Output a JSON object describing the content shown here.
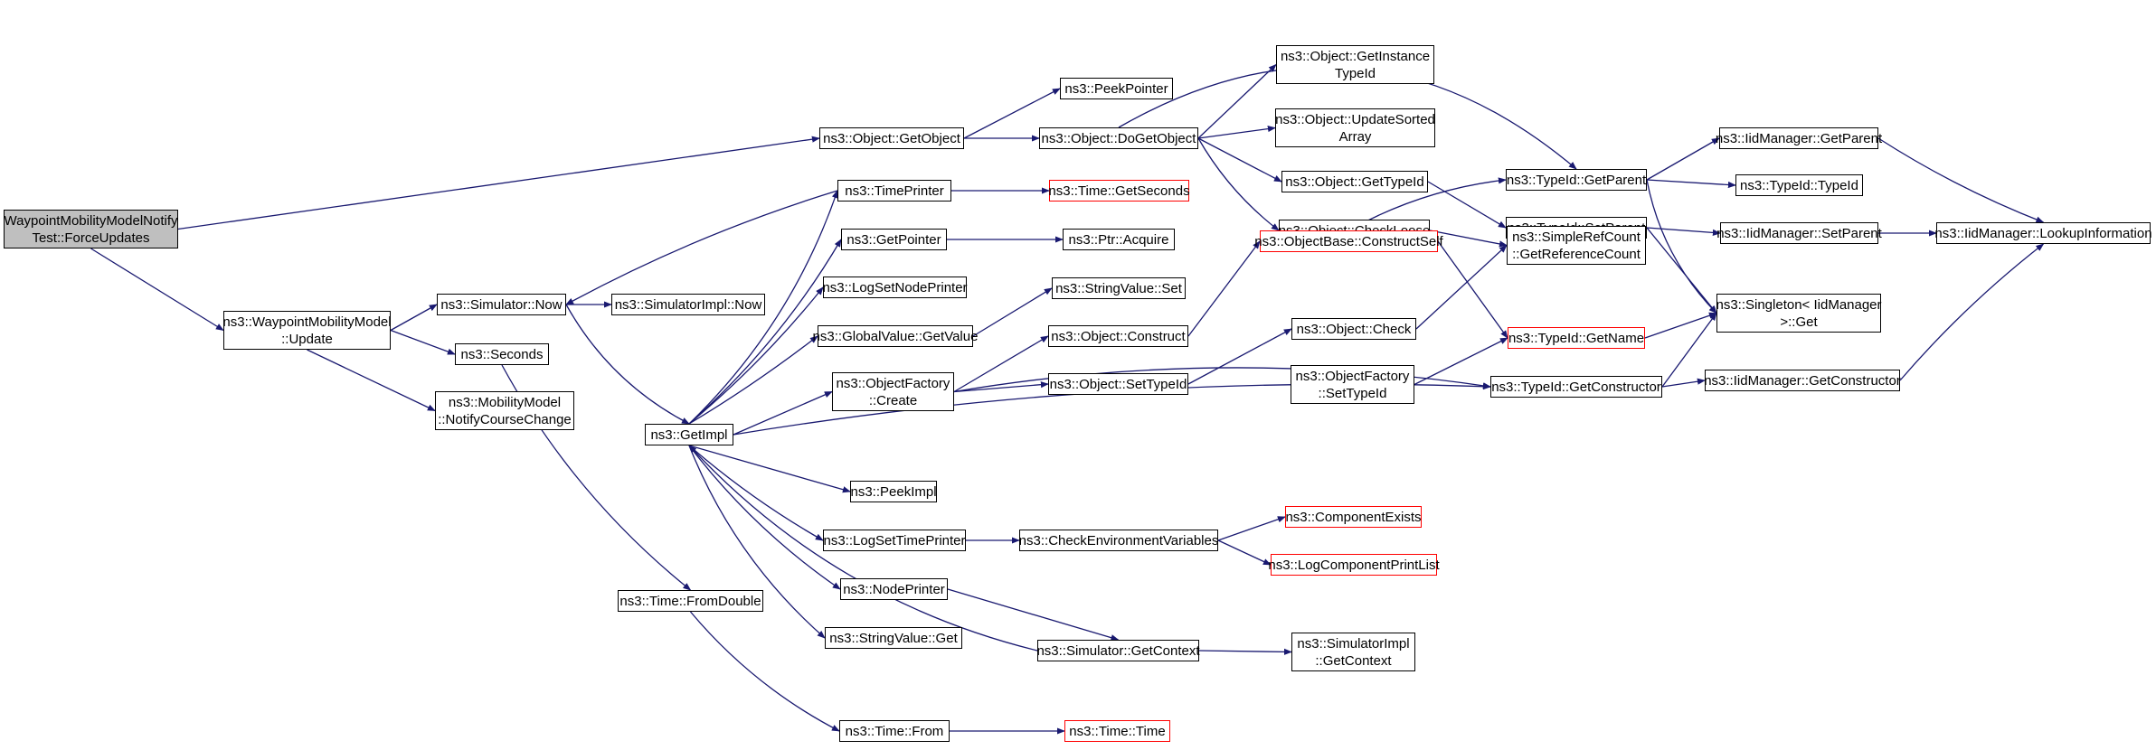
{
  "colors": {
    "edge": "#191970",
    "node_border": "#000000",
    "truncated_border": "#ff0000",
    "root_fill": "#bfbfbf"
  },
  "nodes": {
    "root": "WaypointMobilityModelNotify\nTest::ForceUpdates",
    "wmm_update": "ns3::WaypointMobilityModel\n::Update",
    "sim_now": "ns3::Simulator::Now",
    "simimpl_now": "ns3::SimulatorImpl::Now",
    "seconds": "ns3::Seconds",
    "mm_notify": "ns3::MobilityModel\n::NotifyCourseChange",
    "getimpl": "ns3::GetImpl",
    "time_fromdouble": "ns3::Time::FromDouble",
    "time_from": "ns3::Time::From",
    "time_time": "ns3::Time::Time",
    "obj_getobject": "ns3::Object::GetObject",
    "peekpointer": "ns3::PeekPointer",
    "obj_dogetobject": "ns3::Object::DoGetObject",
    "obj_getinstancetypeid": "ns3::Object::GetInstance\nTypeId",
    "obj_updatesorted": "ns3::Object::UpdateSorted\nArray",
    "obj_gettypeid": "ns3::Object::GetTypeId",
    "obj_checkloose": "ns3::Object::CheckLoose",
    "timeprinter": "ns3::TimePrinter",
    "time_getseconds": "ns3::Time::GetSeconds",
    "getpointer": "ns3::GetPointer",
    "ptr_acquire": "ns3::Ptr::Acquire",
    "logsetnodeprinter": "ns3::LogSetNodePrinter",
    "globalvalue_getvalue": "ns3::GlobalValue::GetValue",
    "stringvalue_set": "ns3::StringValue::Set",
    "objfactory_create": "ns3::ObjectFactory\n::Create",
    "obj_construct": "ns3::Object::Construct",
    "obj_settypeid": "ns3::Object::SetTypeId",
    "objbase_constructself": "ns3::ObjectBase::ConstructSelf",
    "obj_check": "ns3::Object::Check",
    "objfactory_settypeid": "ns3::ObjectFactory\n::SetTypeId",
    "typeid_getparent": "ns3::TypeId::GetParent",
    "typeid_setparent": "ns3::TypeId::SetParent",
    "simplerefcount": "ns3::SimpleRefCount\n::GetReferenceCount",
    "typeid_getname": "ns3::TypeId::GetName",
    "typeid_getconstructor": "ns3::TypeId::GetConstructor",
    "iid_getparent": "ns3::IidManager::GetParent",
    "typeid_typeid": "ns3::TypeId::TypeId",
    "iid_setparent": "ns3::IidManager::SetParent",
    "iid_lookup": "ns3::IidManager::LookupInformation",
    "singleton_get": "ns3::Singleton< IidManager\n>::Get",
    "iid_getconstructor": "ns3::IidManager::GetConstructor",
    "peekimpl": "ns3::PeekImpl",
    "logsettimeprinter": "ns3::LogSetTimePrinter",
    "checkenv": "ns3::CheckEnvironmentVariables",
    "componentexists": "ns3::ComponentExists",
    "logcomponentprintlist": "ns3::LogComponentPrintList",
    "nodeprinter": "ns3::NodePrinter",
    "stringvalue_get": "ns3::StringValue::Get",
    "sim_getcontext": "ns3::Simulator::GetContext",
    "simimpl_getcontext": "ns3::SimulatorImpl\n::GetContext"
  }
}
